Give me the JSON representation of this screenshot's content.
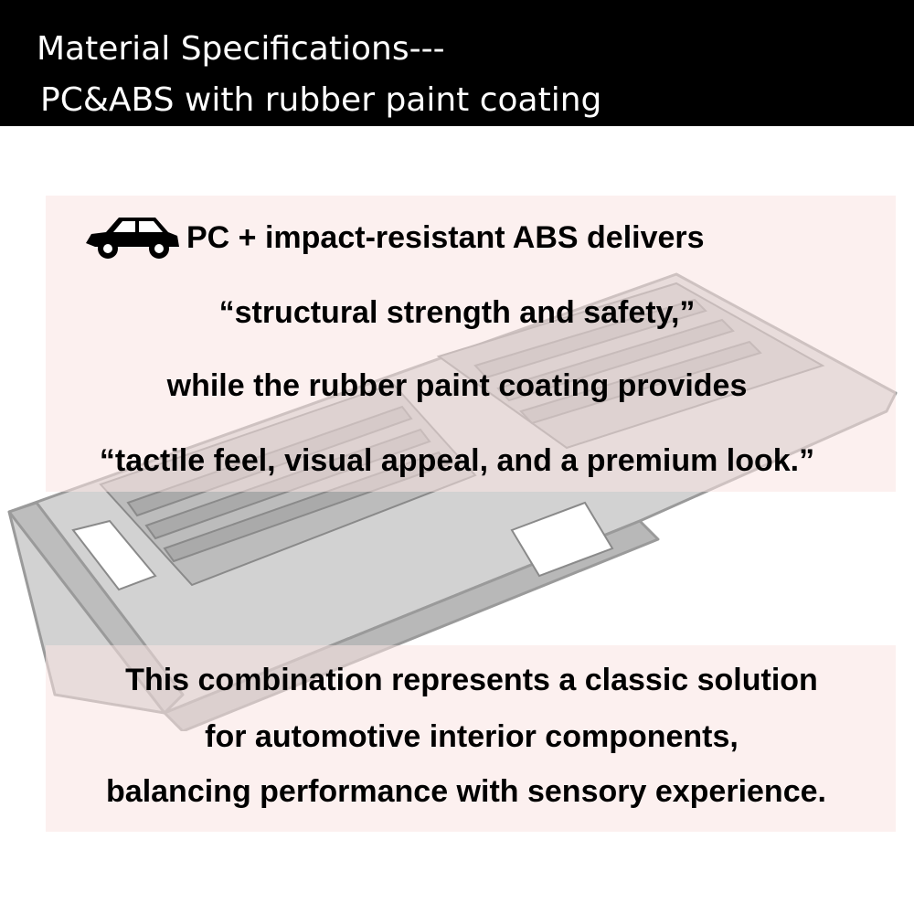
{
  "header": {
    "line1": "Material Specifications---",
    "line2": "PC&ABS with rubber paint coating"
  },
  "icons": {
    "car": "car-icon"
  },
  "top_block": {
    "line1": "PC + impact-resistant ABS delivers",
    "line2": "“structural strength and safety,”",
    "line3": "while the rubber paint coating provides",
    "line4": "“tactile feel, visual appeal, and a premium look.”"
  },
  "bottom_block": {
    "line1": "This combination represents a classic solution",
    "line2": "for automotive interior components,",
    "line3": "balancing performance with sensory experience."
  },
  "colors": {
    "header_bg": "#000000",
    "header_text": "#ffffff",
    "panel_bg": "#fae4e2",
    "product": "#c9c9c9"
  }
}
